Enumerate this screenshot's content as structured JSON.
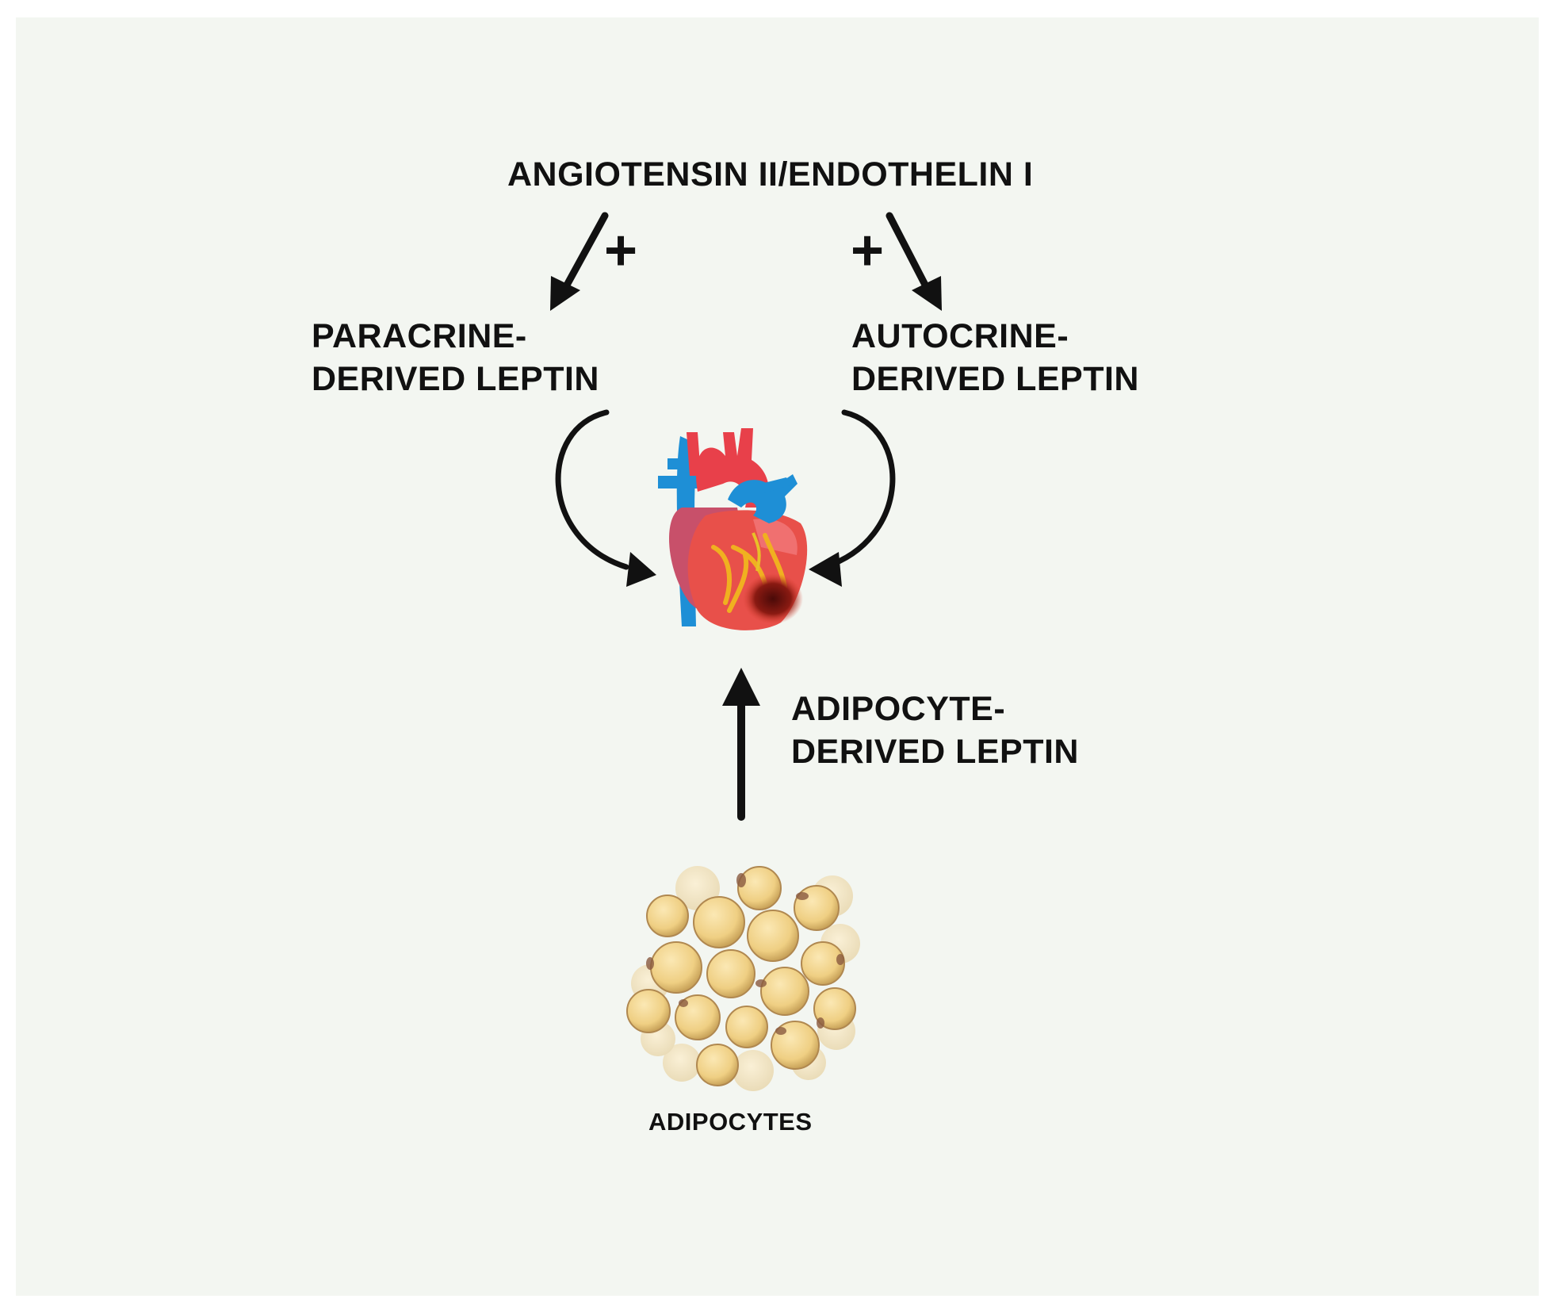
{
  "labels": {
    "top": "ANGIOTENSIN II/ENDOTHELIN I",
    "paracrine_line1": "PARACRINE-",
    "paracrine_line2": "DERIVED LEPTIN",
    "autocrine_line1": "AUTOCRINE-",
    "autocrine_line2": "DERIVED LEPTIN",
    "adipocyte_leptin_line1": "ADIPOCYTE-",
    "adipocyte_leptin_line2": "DERIVED LEPTIN",
    "adipocytes": "ADIPOCYTES",
    "plus_left": "+",
    "plus_right": "+"
  },
  "colors": {
    "background_panel": "#f3f6f1",
    "arrow": "#111111",
    "heart_red": "#e8404a",
    "vessel_blue": "#1e8fd6",
    "adipocyte_fill": "#f2d38a"
  }
}
